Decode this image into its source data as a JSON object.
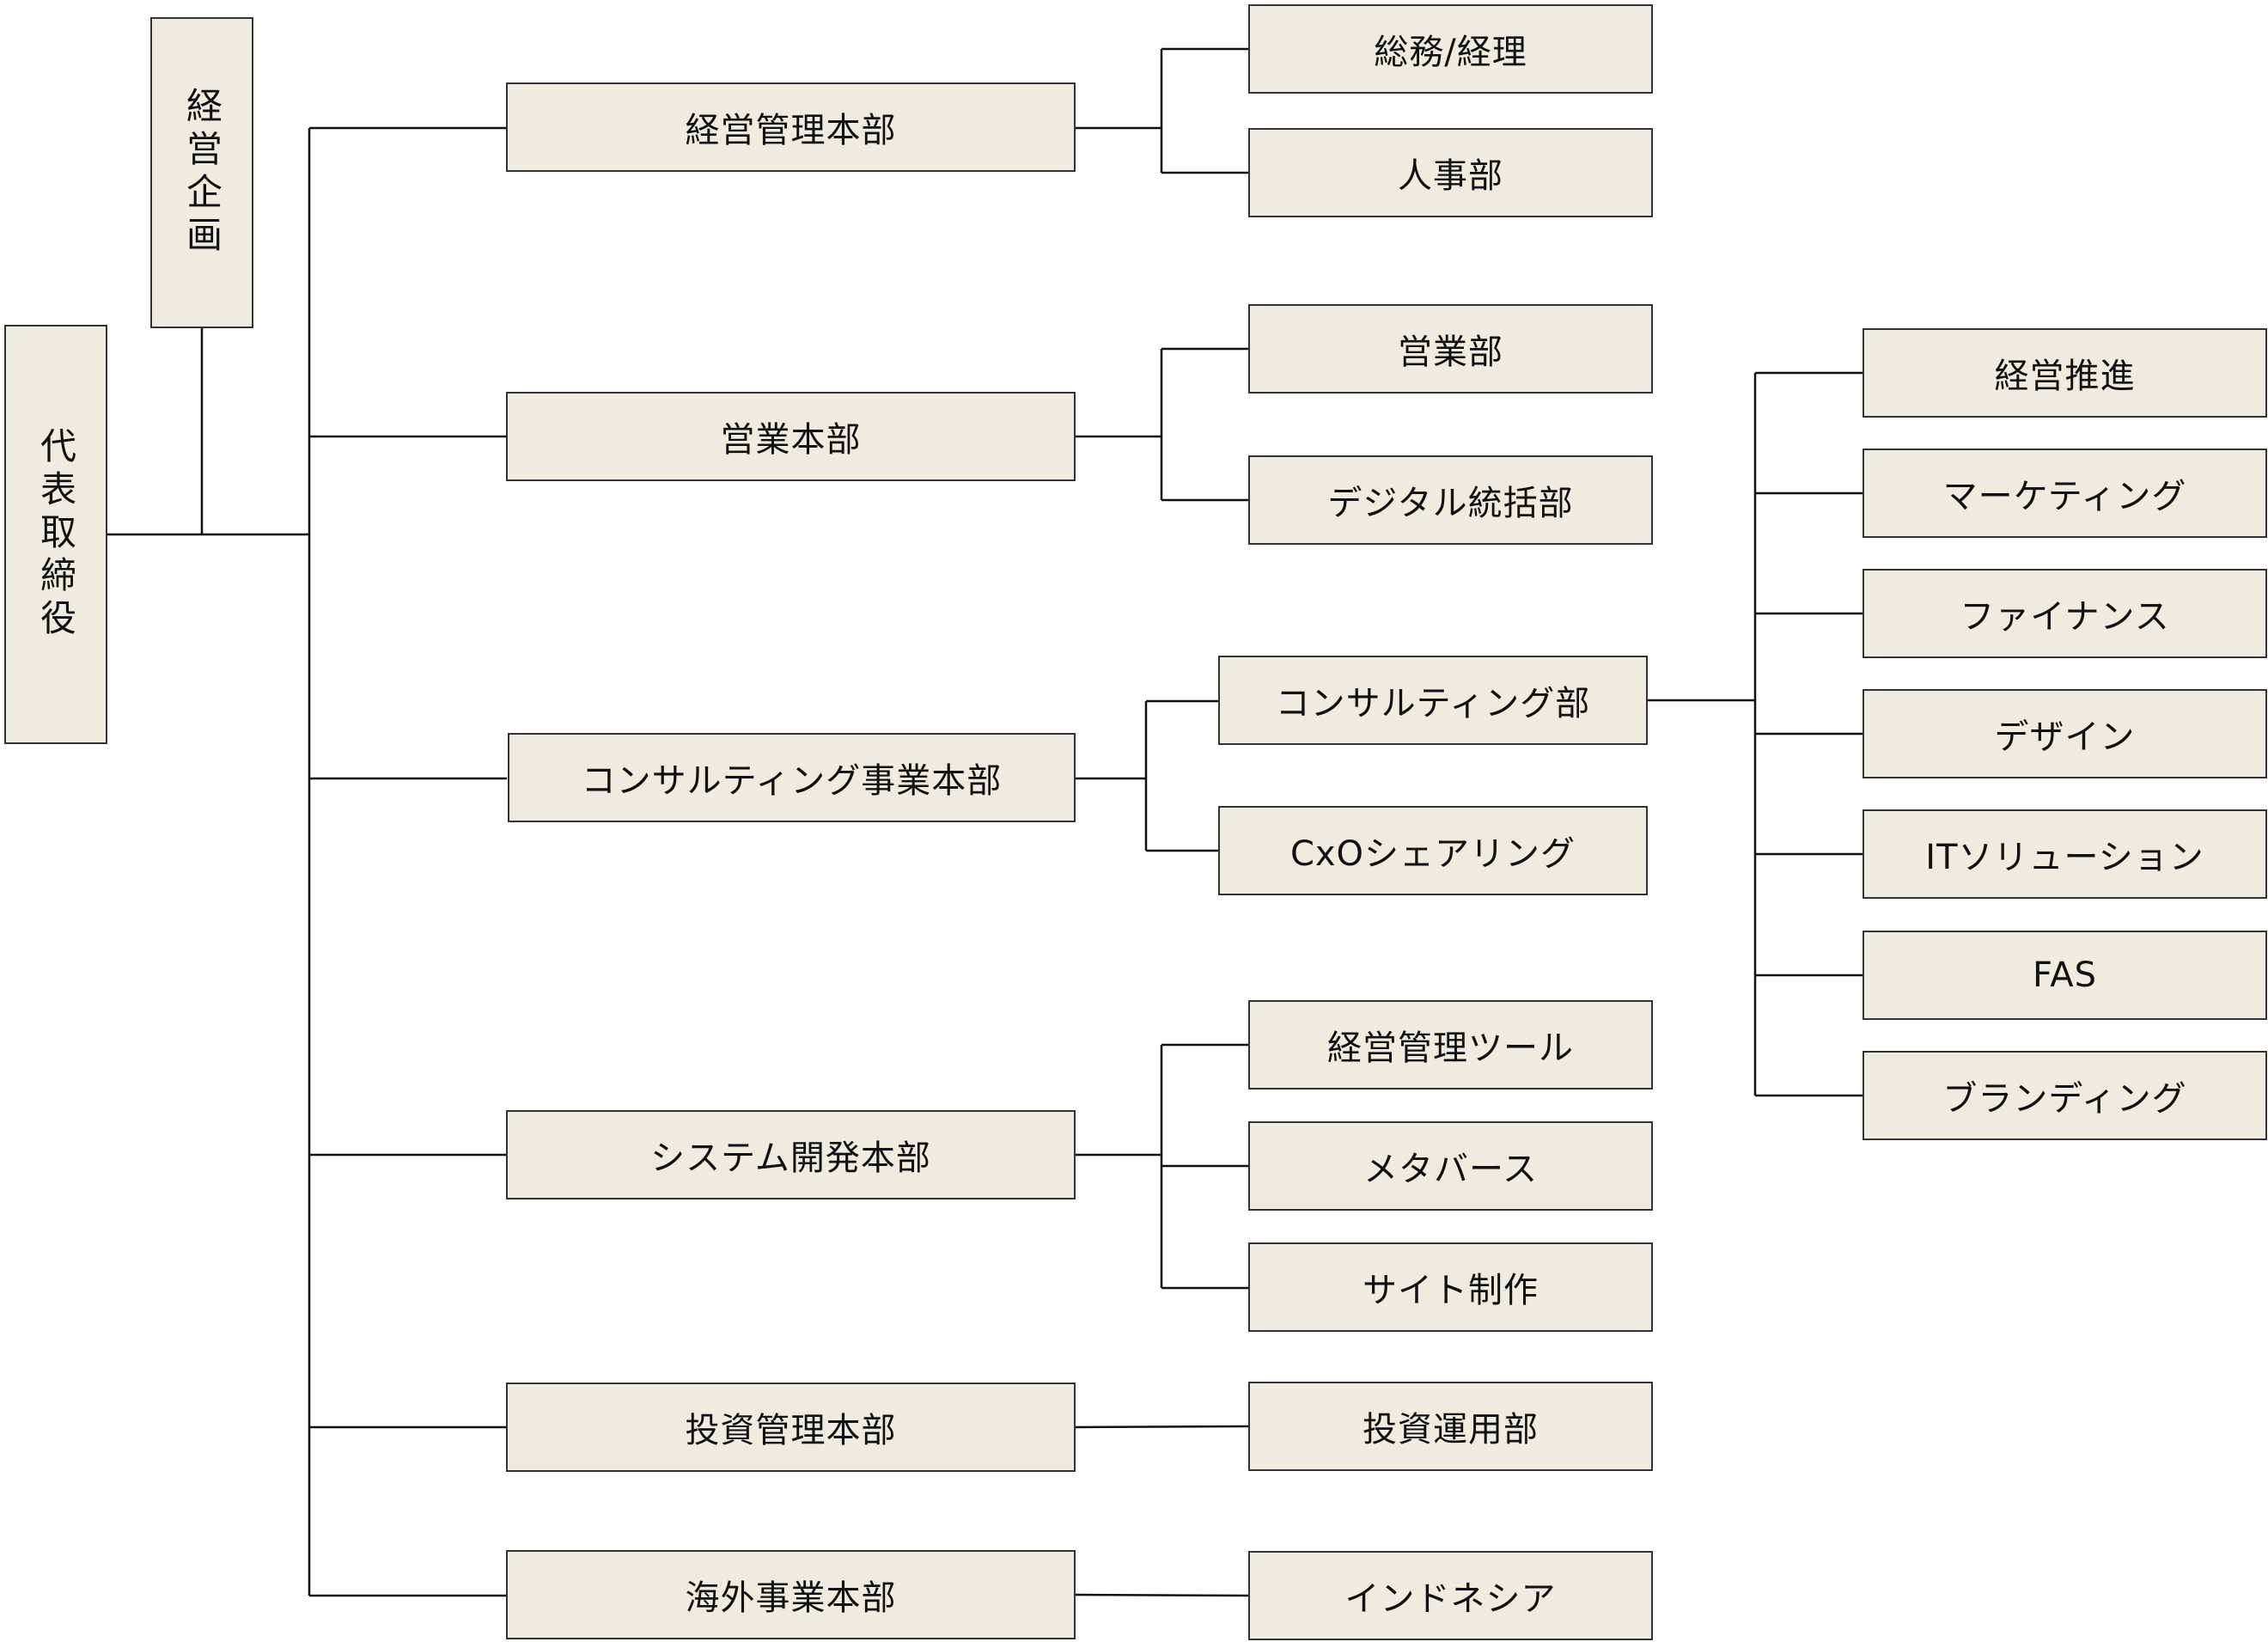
{
  "org": {
    "ceo": "代表取締役",
    "planning": "経営企画",
    "divisions": {
      "mgmt": "経営管理本部",
      "sales": "営業本部",
      "consulting": "コンサルティング事業本部",
      "system": "システム開発本部",
      "invest": "投資管理本部",
      "overseas": "海外事業本部"
    },
    "departments": {
      "general_affairs": "総務/経理",
      "hr": "人事部",
      "sales_dept": "営業部",
      "digital": "デジタル統括部",
      "consulting_dept": "コンサルティング部",
      "cxo": "CxOシェアリング",
      "mgmt_tool": "経営管理ツール",
      "metaverse": "メタバース",
      "site": "サイト制作",
      "invest_ops": "投資運用部",
      "indonesia": "インドネシア"
    },
    "teams": {
      "mgmt_promo": "経営推進",
      "marketing": "マーケティング",
      "finance": "ファイナンス",
      "design": "デザイン",
      "it_solution": "ITソリューション",
      "fas": "FAS",
      "branding": "ブランディング"
    }
  },
  "colors": {
    "box_fill": "#eeebe0",
    "box_border": "#333333",
    "line": "#111111"
  }
}
